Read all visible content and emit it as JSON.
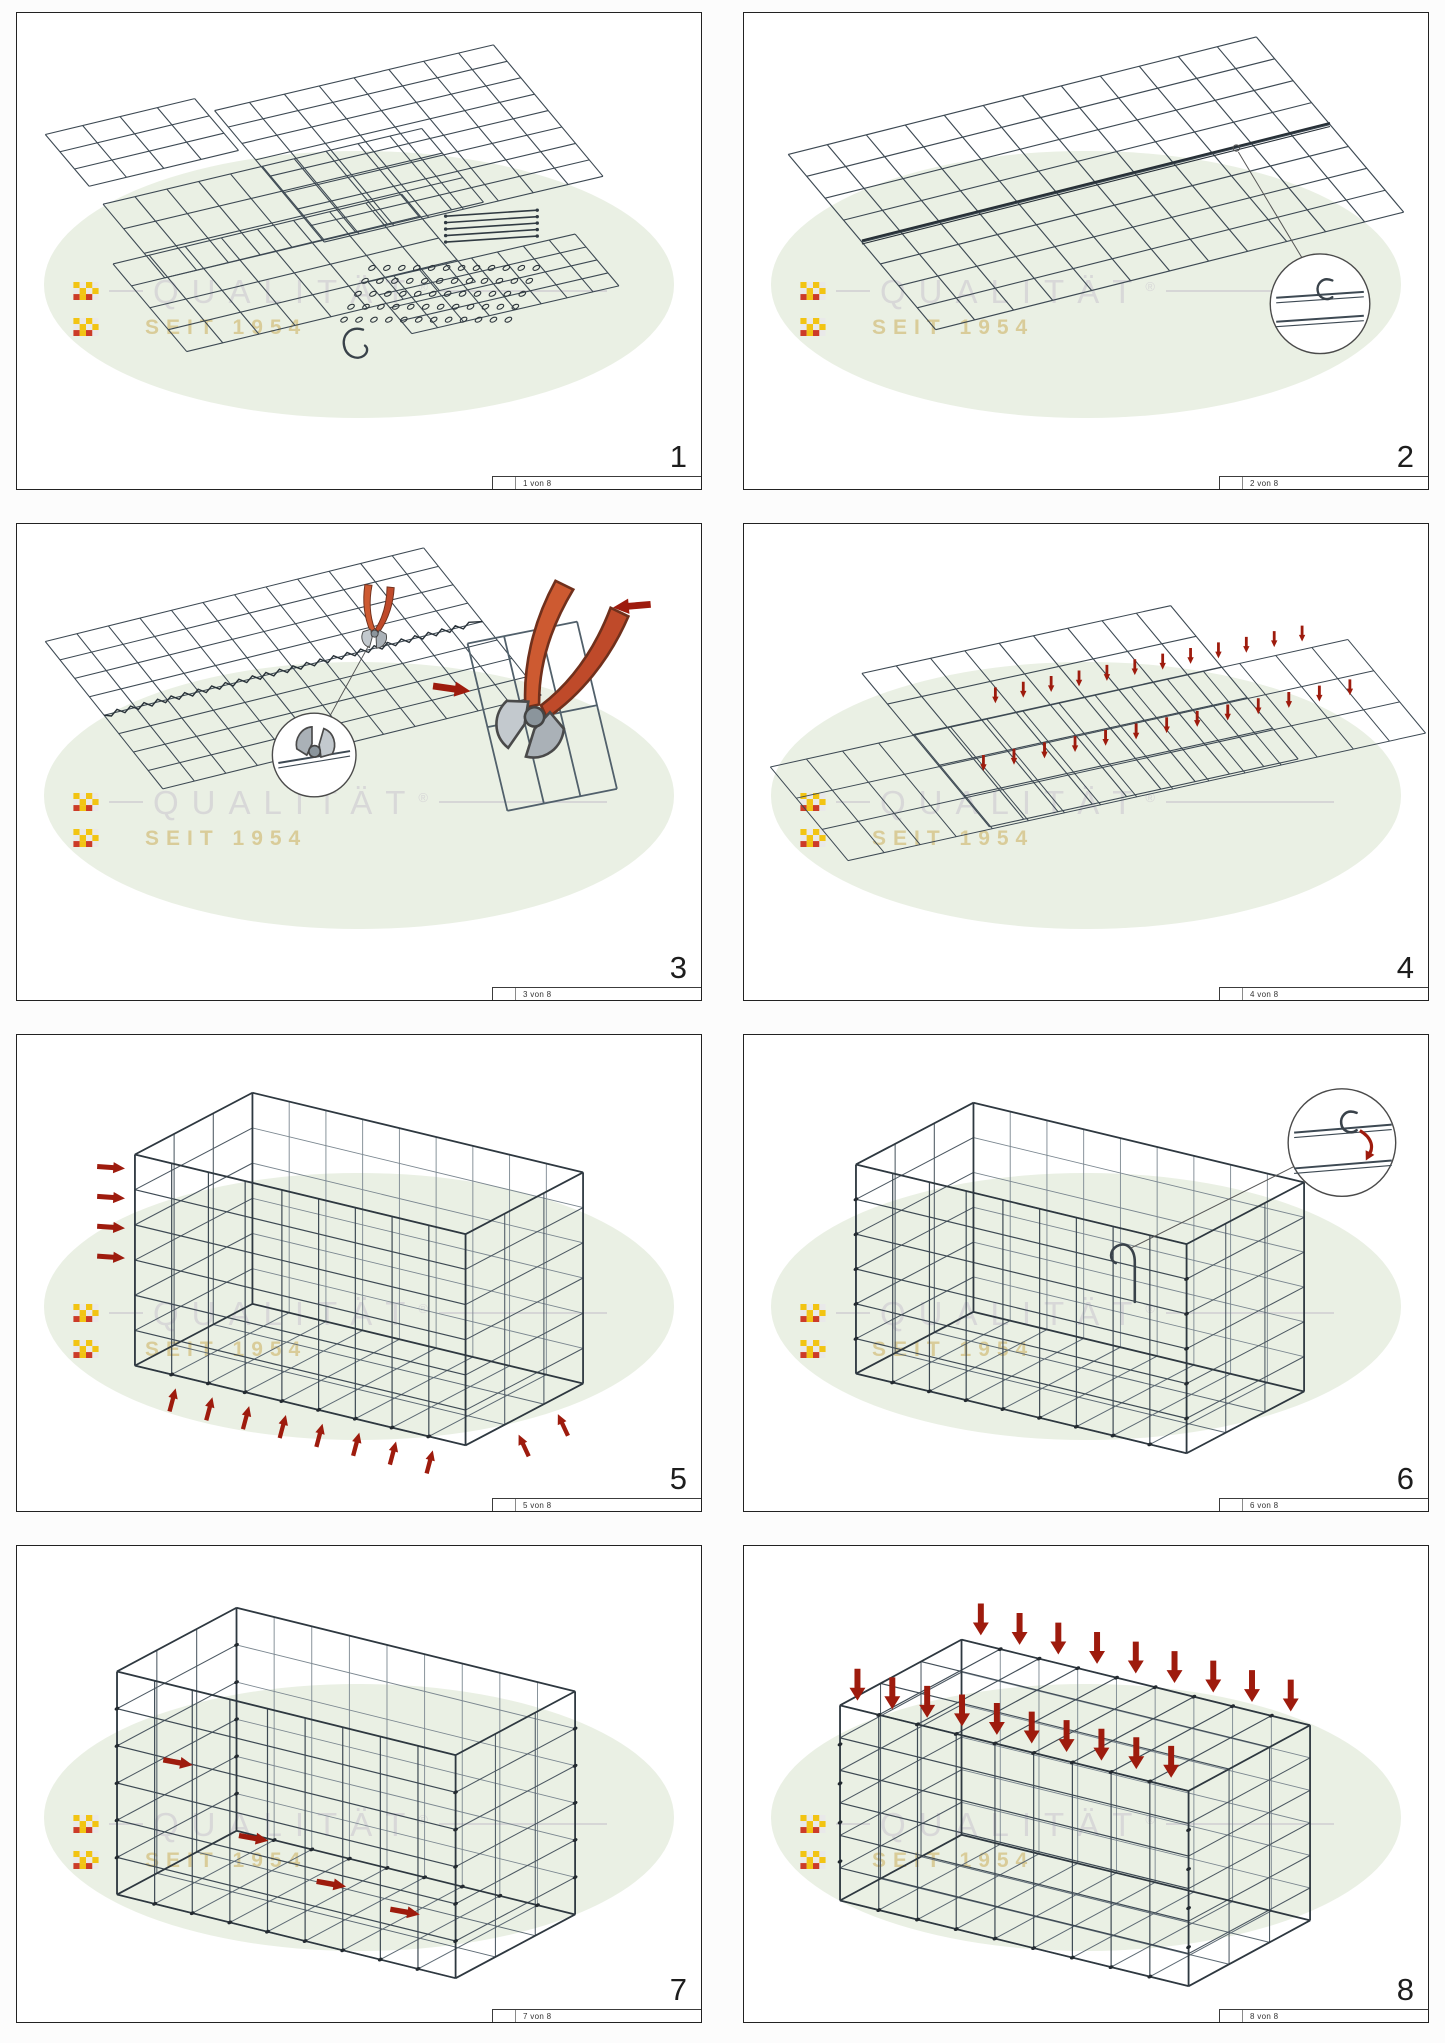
{
  "document": {
    "type": "assembly-instruction-sheets",
    "language": "de",
    "total_steps": 8
  },
  "watermark": {
    "title": "QUALITÄT",
    "registered": "®",
    "subtitle": "SEIT 1954",
    "colors": {
      "ellipse": "#eaf0e4",
      "title": "#d8d8d8",
      "subtitle": "#d9cc99",
      "rule": "#d6d6d6",
      "logo_yellow": "#f2c413",
      "logo_red": "#cc3b28",
      "logo_light": "#e9e9e9"
    }
  },
  "colors": {
    "mesh": "#3d4953",
    "mesh_light": "#7b8790",
    "mesh_mid": "#5d6a74",
    "seam": "#273037",
    "arrow": "#9e1b0d",
    "tool_handle": "#bf4a2a",
    "tool_metal": "#aab1b7",
    "detail_ring": "#4a4a4a",
    "panel_border": "#222222"
  },
  "panels": [
    {
      "number": "1",
      "sheet_label": "1 von 8",
      "illustration": "parts-overview"
    },
    {
      "number": "2",
      "sheet_label": "2 von 8",
      "illustration": "mesh-joined-detail"
    },
    {
      "number": "3",
      "sheet_label": "3 von 8",
      "illustration": "cut-spiral-pliers"
    },
    {
      "number": "4",
      "sheet_label": "4 von 8",
      "illustration": "clip-cross-panels"
    },
    {
      "number": "5",
      "sheet_label": "5 von 8",
      "illustration": "fold-up-sides"
    },
    {
      "number": "6",
      "sheet_label": "6 von 8",
      "illustration": "insert-c-hooks"
    },
    {
      "number": "7",
      "sheet_label": "7 von 8",
      "illustration": "secure-interior"
    },
    {
      "number": "8",
      "sheet_label": "8 von 8",
      "illustration": "close-lid"
    }
  ]
}
